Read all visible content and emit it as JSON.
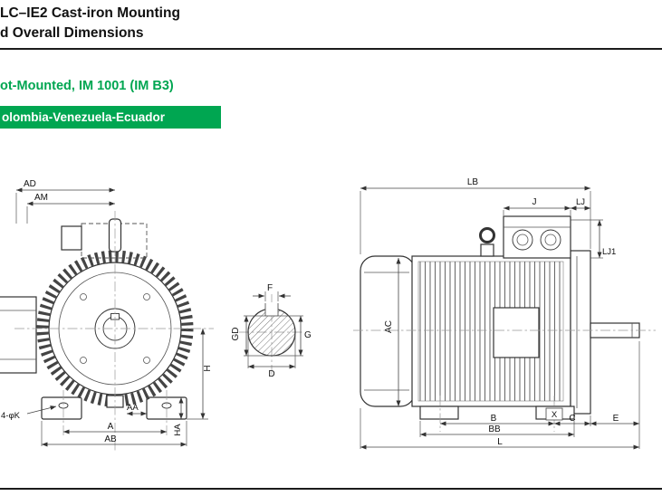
{
  "header": {
    "title_line1": "LC–IE2 Cast-iron Mounting",
    "title_line2": "d Overall Dimensions",
    "subtitle": "ot-Mounted, IM 1001 (IM B3)",
    "banner": "olombia-Venezuela-Ecuador",
    "accent_green": "#00A651"
  },
  "drawing": {
    "front_view": {
      "dim_labels": {
        "AD": "AD",
        "AM": "AM",
        "H": "H",
        "HA": "HA",
        "A": "A",
        "AA": "AA",
        "AB": "AB",
        "K": "4-φK"
      }
    },
    "shaft_section": {
      "dim_labels": {
        "F": "F",
        "GD": "GD",
        "G": "G",
        "D": "D"
      }
    },
    "side_view": {
      "dim_labels": {
        "LB": "LB",
        "J": "J",
        "LJ": "LJ",
        "LJ1": "LJ1",
        "AC": "AC",
        "B": "B",
        "BB": "BB",
        "X": "X",
        "C": "C",
        "E": "E",
        "L": "L"
      }
    }
  }
}
